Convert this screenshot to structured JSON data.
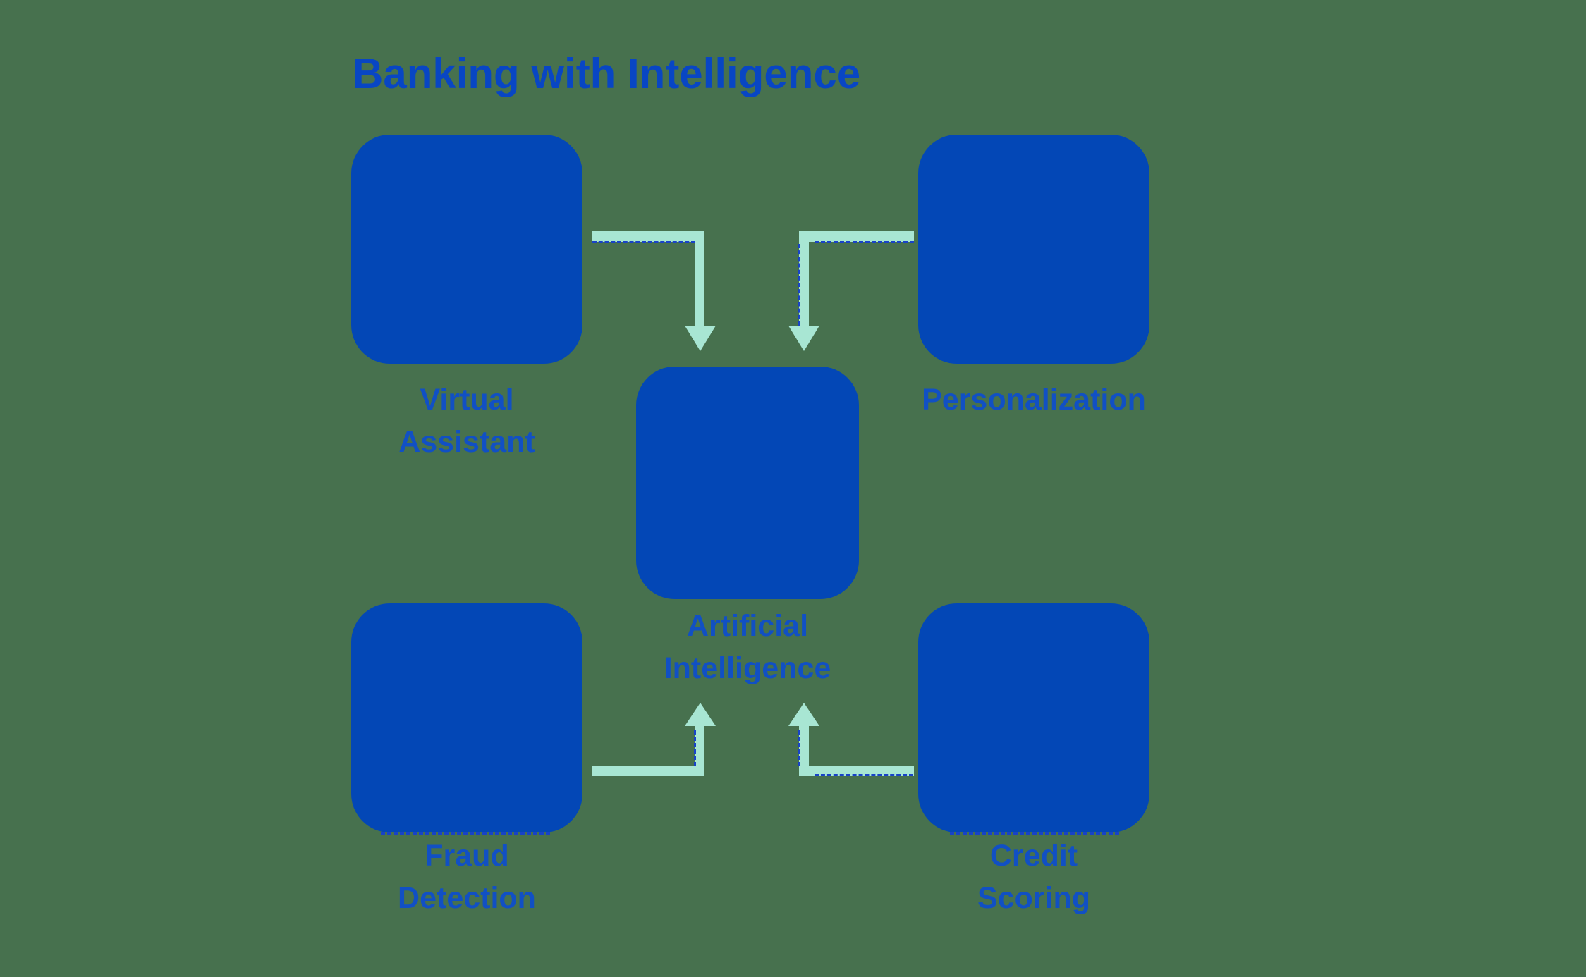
{
  "title": "Banking with Intelligence",
  "colors": {
    "background": "#47714E",
    "node_fill": "#0347B6",
    "title_text": "#0846C4",
    "label_text": "#1150C4",
    "arrow": "#A8E6D3",
    "dash": "#1843C8"
  },
  "nodes": [
    {
      "id": "virtual-assistant",
      "label": "Virtual\nAssistant"
    },
    {
      "id": "personalization",
      "label": "Personalization"
    },
    {
      "id": "artificial-intelligence",
      "label": "Artificial\nIntelligence"
    },
    {
      "id": "fraud-detection",
      "label": "Fraud\nDetection"
    },
    {
      "id": "credit-scoring",
      "label": "Credit\nScoring"
    }
  ],
  "connections": [
    {
      "from": "Virtual Assistant",
      "to": "Artificial Intelligence",
      "direction": "down"
    },
    {
      "from": "Personalization",
      "to": "Artificial Intelligence",
      "direction": "down"
    },
    {
      "from": "Fraud Detection",
      "to": "Artificial Intelligence",
      "direction": "up"
    },
    {
      "from": "Credit Scoring",
      "to": "Artificial Intelligence",
      "direction": "up"
    }
  ]
}
